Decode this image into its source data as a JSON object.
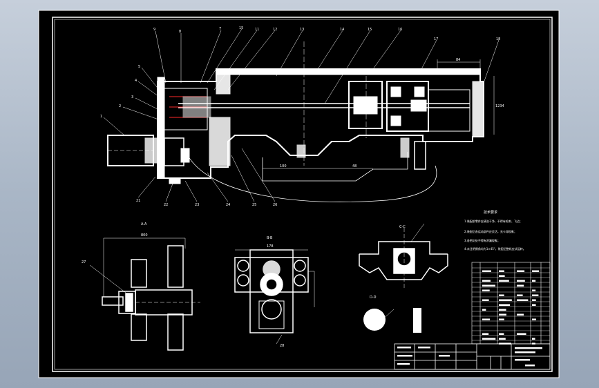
{
  "drawing": {
    "background_color": "#000000",
    "line_color": "#ffffff",
    "accent_color": "#ff2a2a",
    "viewport_color": "#a9b6c6",
    "leader_numbers": [
      "9",
      "8",
      "7",
      "15",
      "11",
      "12",
      "13",
      "14",
      "15",
      "16",
      "17",
      "18",
      "5",
      "4",
      "3",
      "2",
      "1",
      "21",
      "22",
      "23",
      "24",
      "25",
      "26",
      "27",
      "28"
    ],
    "section_labels": [
      "A-A",
      "B-B",
      "C-C",
      "D-D"
    ],
    "dimensions": [
      "84",
      "1234",
      "178",
      "800",
      "100",
      "48"
    ],
    "tech_requirements_title": "技术要求",
    "tech_requirements": [
      "1.装配前零件应清洗干净，不得有毛刺、飞边；",
      "2.装配后各运动部件应灵活，无卡滞现象；",
      "3.各密封处不得有渗漏现象；",
      "4.未注明倒角均为1×45°，装配后整机应试运转。"
    ]
  }
}
